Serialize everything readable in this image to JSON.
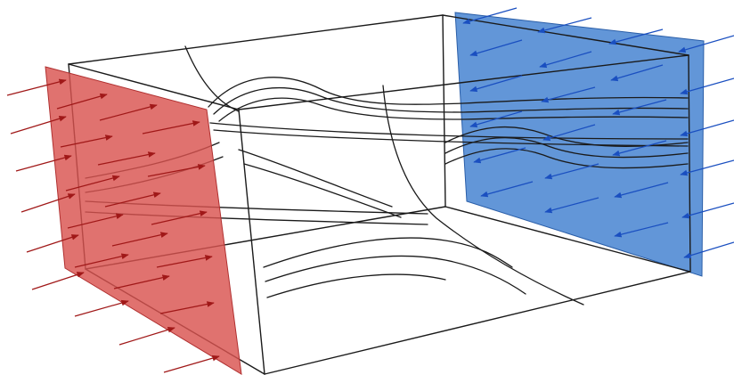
{
  "diagram": {
    "elements": [
      "inlet-plane",
      "outlet-plane",
      "box-wireframe",
      "flow-curves",
      "inlet-arrows",
      "outlet-arrows"
    ]
  },
  "colors": {
    "background": "#ffffff",
    "edge": "#1a1a1a",
    "inlet_fill": "#d9534f",
    "inlet_stroke": "#b03030",
    "inlet_arrow": "#a01818",
    "outlet_fill": "#3f7fd0",
    "outlet_stroke": "#2a5ea8",
    "outlet_arrow": "#1a4fc0"
  }
}
